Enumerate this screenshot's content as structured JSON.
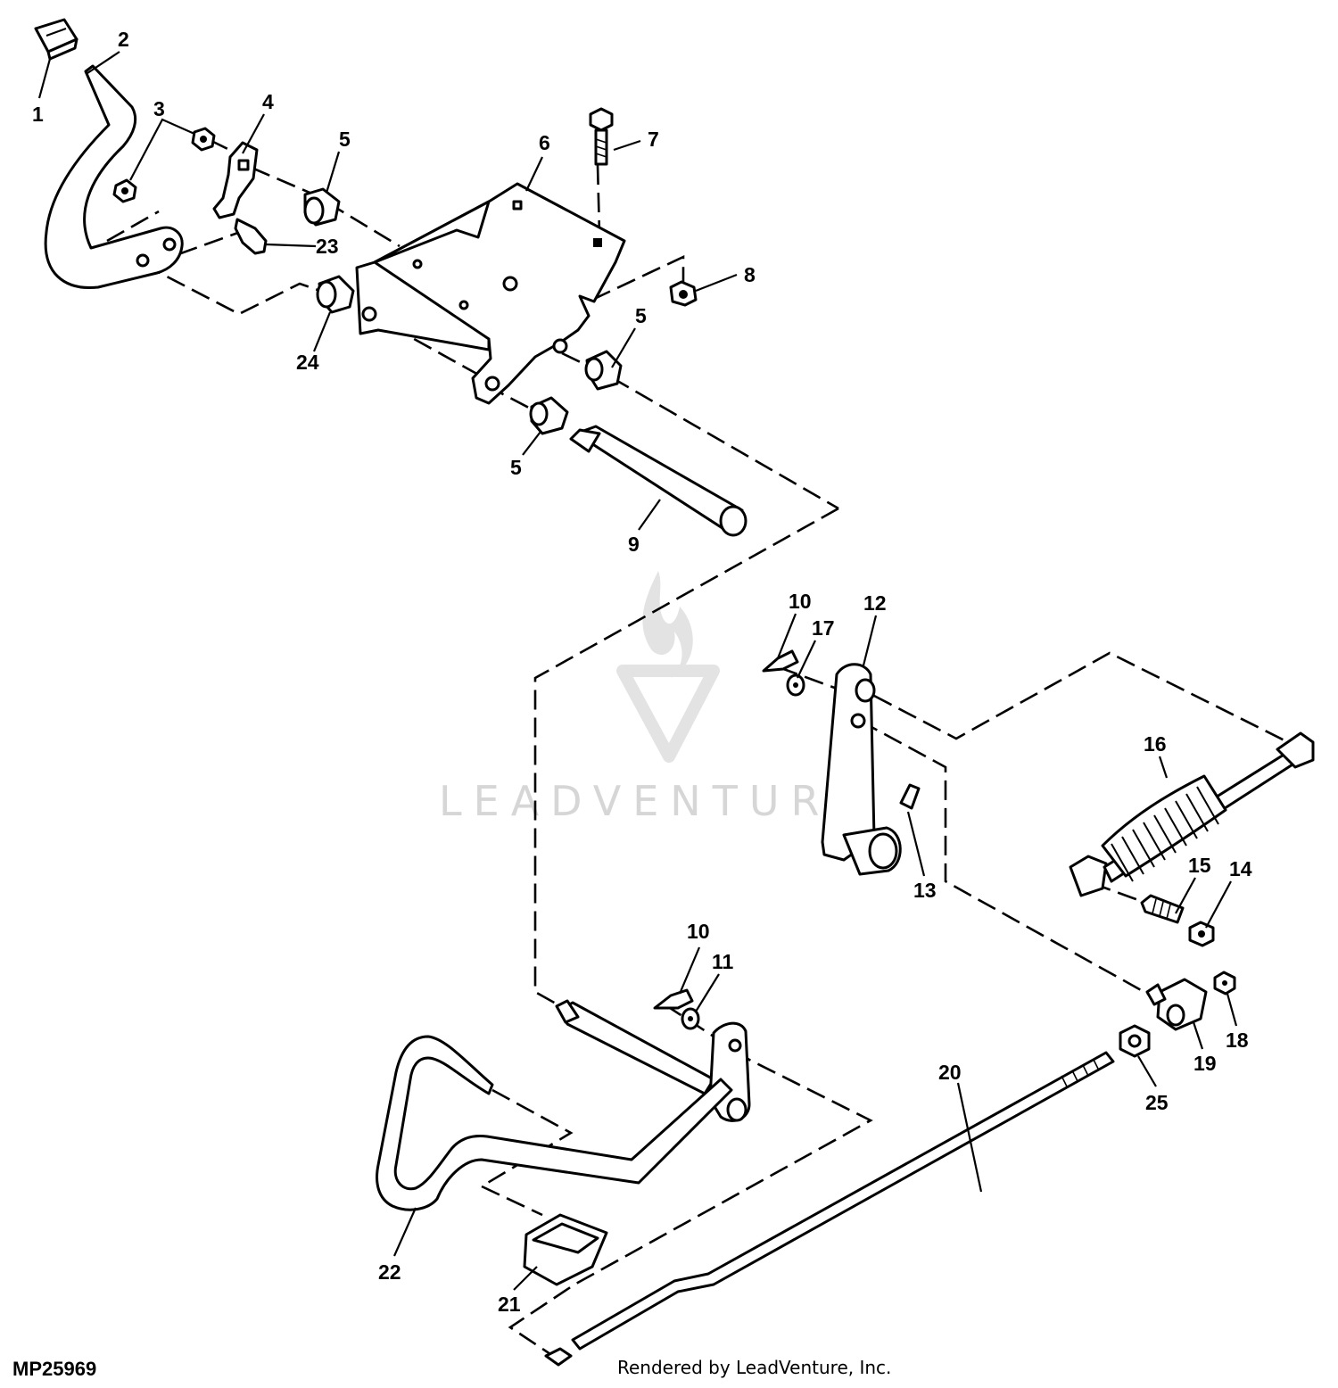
{
  "diagram": {
    "drawing_code": "MP25969",
    "credit": "Rendered by LeadVenture, Inc.",
    "watermark": "LEADVENTURE",
    "callouts": {
      "c1": "1",
      "c2": "2",
      "c3": "3",
      "c4": "4",
      "c5a": "5",
      "c5b": "5",
      "c5c": "5",
      "c6": "6",
      "c7": "7",
      "c8": "8",
      "c9": "9",
      "c10a": "10",
      "c10b": "10",
      "c11": "11",
      "c12": "12",
      "c13": "13",
      "c14": "14",
      "c15": "15",
      "c16": "16",
      "c17": "17",
      "c18": "18",
      "c19": "19",
      "c20": "20",
      "c21": "21",
      "c22": "22",
      "c23": "23",
      "c24": "24",
      "c25": "25"
    }
  }
}
